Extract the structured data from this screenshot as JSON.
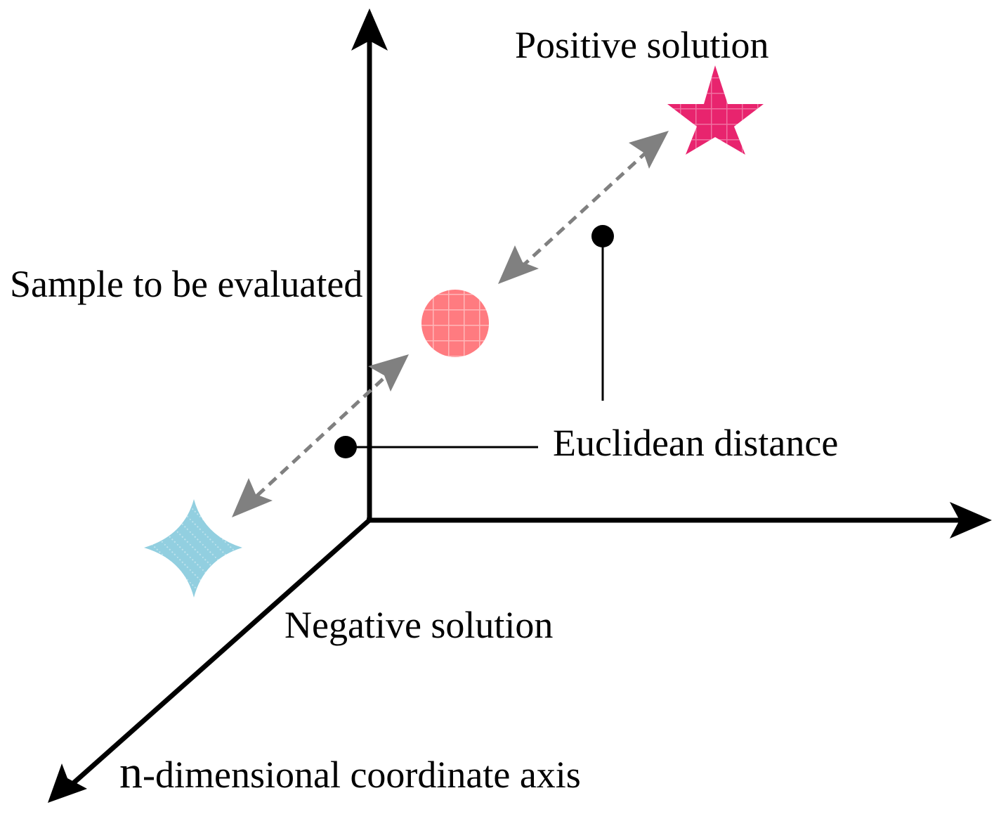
{
  "labels": {
    "positive": "Positive solution",
    "sample": "Sample to be evaluated",
    "euclidean": "Euclidean distance",
    "negative": "Negative solution",
    "axis_n": "n",
    "axis_rest": "-dimensional coordinate axis"
  },
  "colors": {
    "axis": "#000000",
    "arrow": "#808080",
    "positive_star": "#e8246e",
    "sample_circle": "#ff7b80",
    "negative_star": "#92cfe0"
  }
}
